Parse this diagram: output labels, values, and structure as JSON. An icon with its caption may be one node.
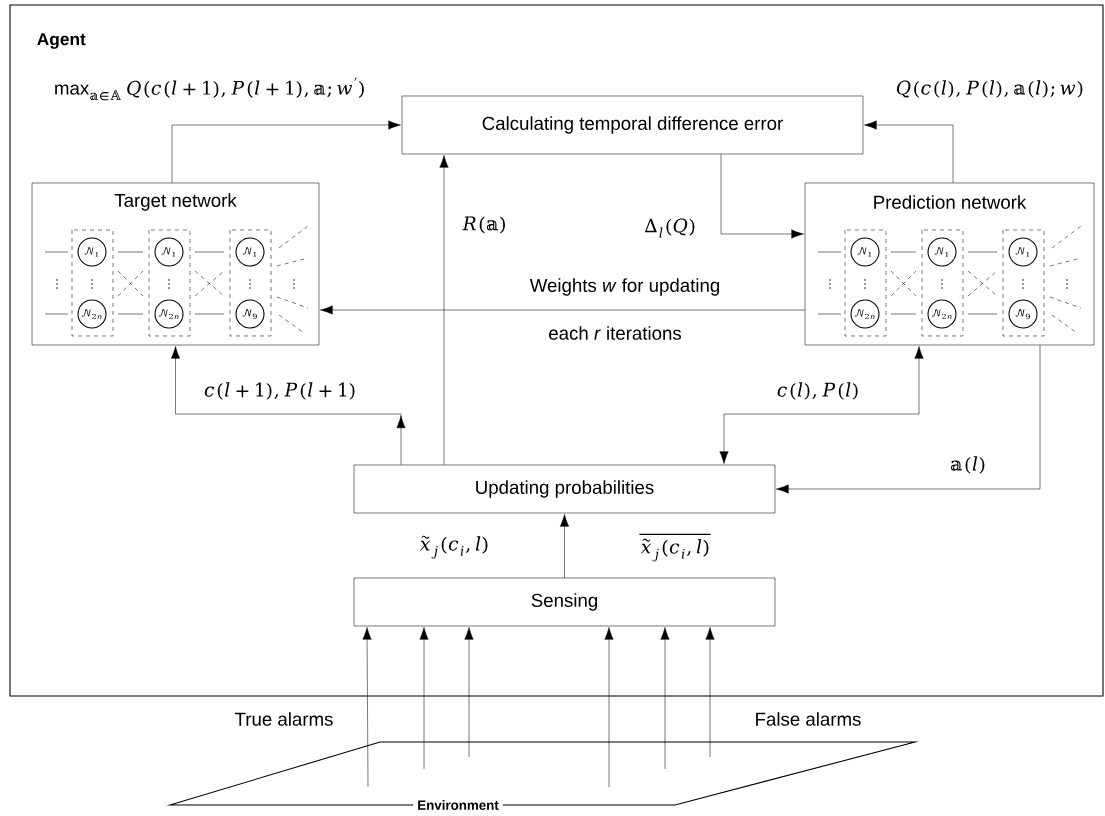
{
  "diagram": {
    "nodes": [
      {
        "text": [
          "Agent"
        ]
      },
      {
        "text": [
          "Calculating temporal difference error"
        ],
        "in": 0
      },
      {
        "text": [
          "Target network"
        ],
        "in": 0
      },
      {
        "text": [
          "Prediction network"
        ],
        "in": 0
      },
      {
        "text": [
          "Updating probabilities"
        ],
        "in": 0
      },
      {
        "text": [
          "Sensing"
        ],
        "in": 0
      },
      {
        "text": [
          "Environment"
        ]
      },
      {
        "text": [
          "\\mathcal{N}_1"
        ],
        "in": 2
      },
      {
        "text": [
          "\\mathcal{N}_1"
        ],
        "in": 2
      },
      {
        "text": [
          "\\mathcal{N}_1"
        ],
        "in": 2
      },
      {
        "text": [
          "\\mathcal{N}_{2n}"
        ],
        "in": 2
      },
      {
        "text": [
          "\\mathcal{N}_{2n}"
        ],
        "in": 2
      },
      {
        "text": [
          "\\mathcal{N}_9"
        ],
        "in": 2
      },
      {
        "text": [
          "\\mathcal{N}_1"
        ],
        "in": 3
      },
      {
        "text": [
          "\\mathcal{N}_1"
        ],
        "in": 3
      },
      {
        "text": [
          "\\mathcal{N}_1"
        ],
        "in": 3
      },
      {
        "text": [
          "\\mathcal{N}_{2n}"
        ],
        "in": 3
      },
      {
        "text": [
          "\\mathcal{N}_{2n}"
        ],
        "in": 3
      },
      {
        "text": [
          "\\mathcal{N}_9"
        ],
        "in": 3
      }
    ],
    "edges": [
      {
        "from": 2,
        "to": 1,
        "arrow": "to",
        "label": "\\max_{\\mathbb{a}\\in\\mathbb{A}} Q(c(l+1),P(l+1),\\mathbb{a};w')"
      },
      {
        "from": 3,
        "to": 1,
        "arrow": "to",
        "label": "Q(c(l),P(l),\\mathbb{a}(l);w)"
      },
      {
        "from": 1,
        "to": 3,
        "arrow": "to",
        "label": "\\Delta_l(Q)"
      },
      {
        "from": 3,
        "to": 2,
        "arrow": "to"
      },
      {
        "from": 4,
        "to": 1,
        "arrow": "to",
        "label": "R(\\mathbb{a})"
      },
      {
        "from": 4,
        "to": 2,
        "arrow": "to",
        "label": "c(l+1),P(l+1)"
      },
      {
        "from": 3,
        "to": 4,
        "arrow": "both",
        "label": "c(l),P(l)"
      },
      {
        "from": 3,
        "to": 4,
        "arrow": "to",
        "label": "\\mathbb{a}(l)"
      },
      {
        "from": 5,
        "to": 4,
        "arrow": "to"
      },
      {
        "from": 6,
        "to": 5,
        "arrow": "to"
      },
      {
        "from": 6,
        "to": 5,
        "arrow": "to"
      },
      {
        "from": 6,
        "to": 5,
        "arrow": "to"
      },
      {
        "from": 6,
        "to": 5,
        "arrow": "to"
      },
      {
        "from": 6,
        "to": 5,
        "arrow": "to"
      },
      {
        "from": 6,
        "to": 5,
        "arrow": "to"
      }
    ],
    "labels": [
      "Weights *w* for updating",
      "each *r* iterations",
      "\\tilde{x}_j(c_i,l)",
      "\\overline{\\tilde{x}_j(c_i,l)}",
      "True alarms",
      "False alarms"
    ]
  }
}
